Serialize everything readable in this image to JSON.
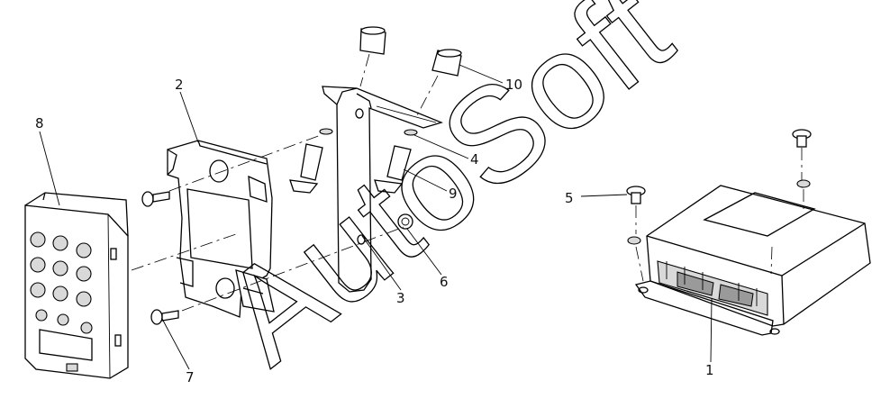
{
  "watermark": {
    "text": "AutoSoft"
  },
  "labels": {
    "l1": "1",
    "l2": "2",
    "l3": "3",
    "l4": "4",
    "l5": "5",
    "l6": "6",
    "l7": "7",
    "l8": "8",
    "l9": "9",
    "l10": "10"
  }
}
